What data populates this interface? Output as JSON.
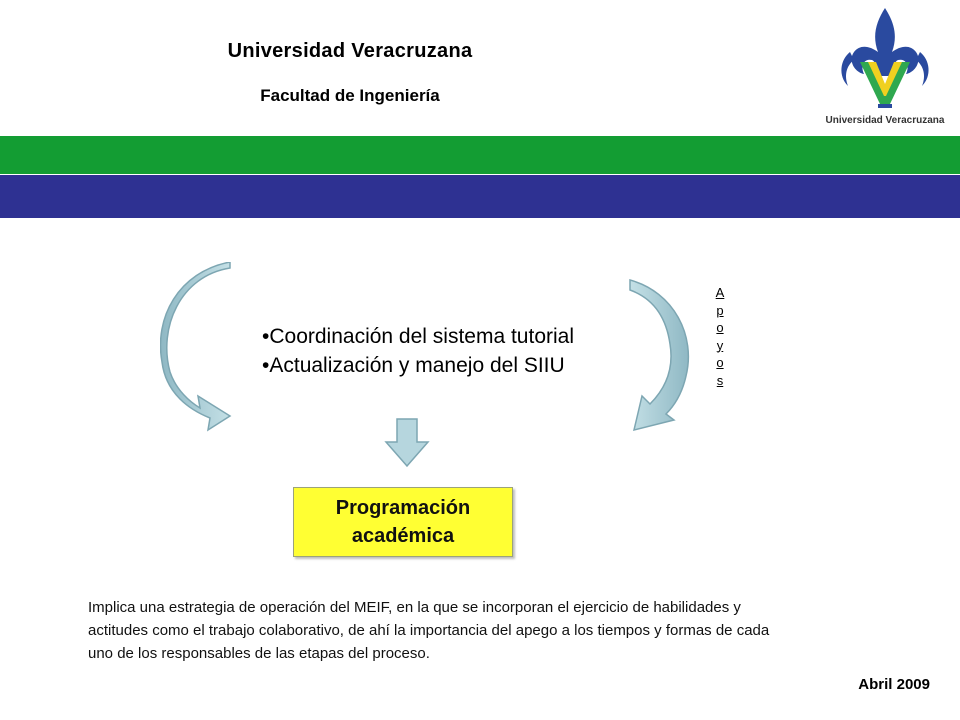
{
  "header": {
    "university": "Universidad  Veracruzana",
    "faculty": "Facultad de Ingeniería",
    "logo_text": "Universidad Veracruzana"
  },
  "colors": {
    "green_band": "#139d33",
    "blue_band": "#2e3192",
    "box_fill": "#ffff33",
    "arrow_fill": "#b6d6de"
  },
  "bullets": [
    "•Coordinación del sistema tutorial",
    "•Actualización y manejo del SIIU"
  ],
  "vertical_label": [
    "A",
    "p",
    "o",
    "y",
    "o",
    "s"
  ],
  "box_label": "Programación académica",
  "paragraph": "Implica una estrategia de  operación  del MEIF, en la que se incorporan el ejercicio de habilidades y actitudes como el trabajo colaborativo, de ahí la importancia del apego a los tiempos y formas de cada uno de los responsables de las etapas del proceso.",
  "date": "Abril 2009"
}
